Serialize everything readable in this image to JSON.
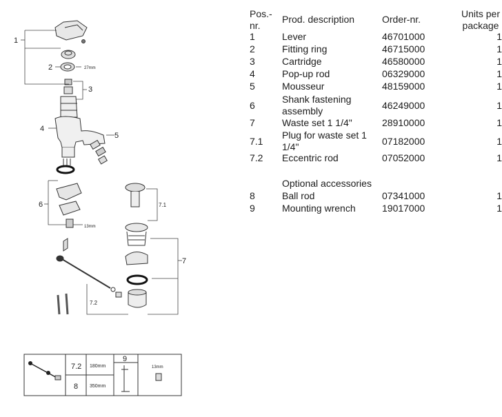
{
  "table": {
    "headers": {
      "pos": "Pos.-\nnr.",
      "desc": "Prod. description",
      "order": "Order-nr.",
      "units": "Units per package"
    },
    "rows": [
      {
        "pos": "1",
        "desc": "Lever",
        "order": "46701000",
        "units": "1"
      },
      {
        "pos": "2",
        "desc": "Fitting ring",
        "order": "46715000",
        "units": "1"
      },
      {
        "pos": "3",
        "desc": "Cartridge",
        "order": "46580000",
        "units": "1"
      },
      {
        "pos": "4",
        "desc": "Pop-up rod",
        "order": "06329000",
        "units": "1"
      },
      {
        "pos": "5",
        "desc": "Mousseur",
        "order": "48159000",
        "units": "1"
      },
      {
        "pos": "6",
        "desc": "Shank fastening assembly",
        "order": "46249000",
        "units": "1"
      },
      {
        "pos": "7",
        "desc": "Waste set 1 1/4\"",
        "order": "28910000",
        "units": "1"
      },
      {
        "pos": "7.1",
        "desc": "Plug for waste set 1 1/4\"",
        "order": "07182000",
        "units": "1"
      },
      {
        "pos": "7.2",
        "desc": "Eccentric rod",
        "order": "07052000",
        "units": "1"
      }
    ],
    "optional_title": "Optional accessories",
    "optional_rows": [
      {
        "pos": "8",
        "desc": "Ball rod",
        "order": "07341000",
        "units": "1"
      },
      {
        "pos": "9",
        "desc": "Mounting wrench",
        "order": "19017000",
        "units": "1"
      }
    ]
  },
  "diagram": {
    "labels": {
      "l1": "1",
      "l2": "2",
      "l3": "3",
      "l4": "4",
      "l5": "5",
      "l6": "6",
      "l7": "7",
      "l71": "7.1",
      "l72": "7.2",
      "dim27": "27mm",
      "dim13": "13mm"
    },
    "legend": {
      "pos72": "7.2",
      "len72": "180mm",
      "pos8": "8",
      "len8": "350mm",
      "pos9": "9",
      "dim13": "13mm"
    }
  }
}
